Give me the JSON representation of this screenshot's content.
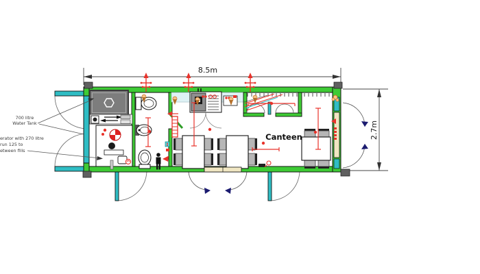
{
  "drawing": {
    "width_dimension": "8.5m",
    "height_dimension": "2.7m",
    "room_label": "Canteen",
    "water_tank_label": {
      "line1": "700 litre",
      "line2": "Water Tank"
    },
    "generator_label": {
      "line1": "erator with 270 litre",
      "line2": "run 125 to",
      "line3": "etween fills"
    },
    "colors": {
      "wall_green": "#3ecb35",
      "window_teal": "#2fbdc4",
      "door_beige": "#f0e6c2",
      "symbol_red": "#e8322a",
      "swing_navy": "#1b1b70",
      "tank_grey": "#7d7d7d",
      "chair_grey": "#b6b6b6",
      "accent_orange": "#c8812f"
    }
  }
}
